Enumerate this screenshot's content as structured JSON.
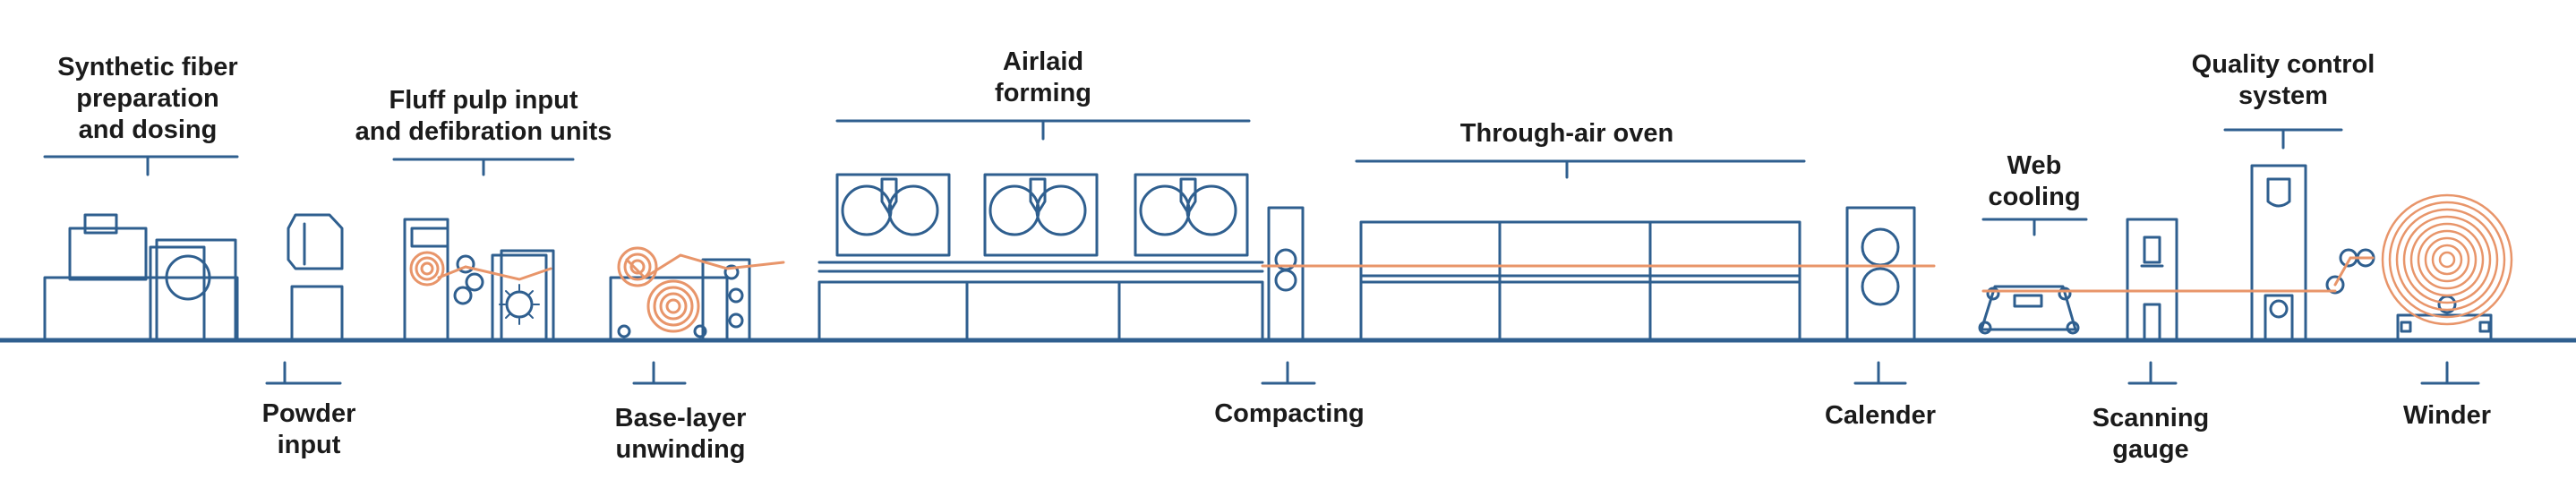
{
  "colors": {
    "machine_line": "#2f5f8f",
    "material_web": "#e8956a",
    "text": "#1b1b1b"
  },
  "labels_top": {
    "synthetic_fiber": "Synthetic fiber\npreparation\nand dosing",
    "fluff_pulp": "Fluff pulp input\nand defibration units",
    "airlaid_forming": "Airlaid\nforming",
    "through_air_oven": "Through-air oven",
    "web_cooling": "Web\ncooling",
    "quality_control": "Quality control\nsystem"
  },
  "labels_bottom": {
    "powder_input": "Powder\ninput",
    "base_layer": "Base-layer\nunwinding",
    "compacting": "Compacting",
    "calender": "Calender",
    "scanning_gauge": "Scanning\ngauge",
    "winder": "Winder"
  }
}
